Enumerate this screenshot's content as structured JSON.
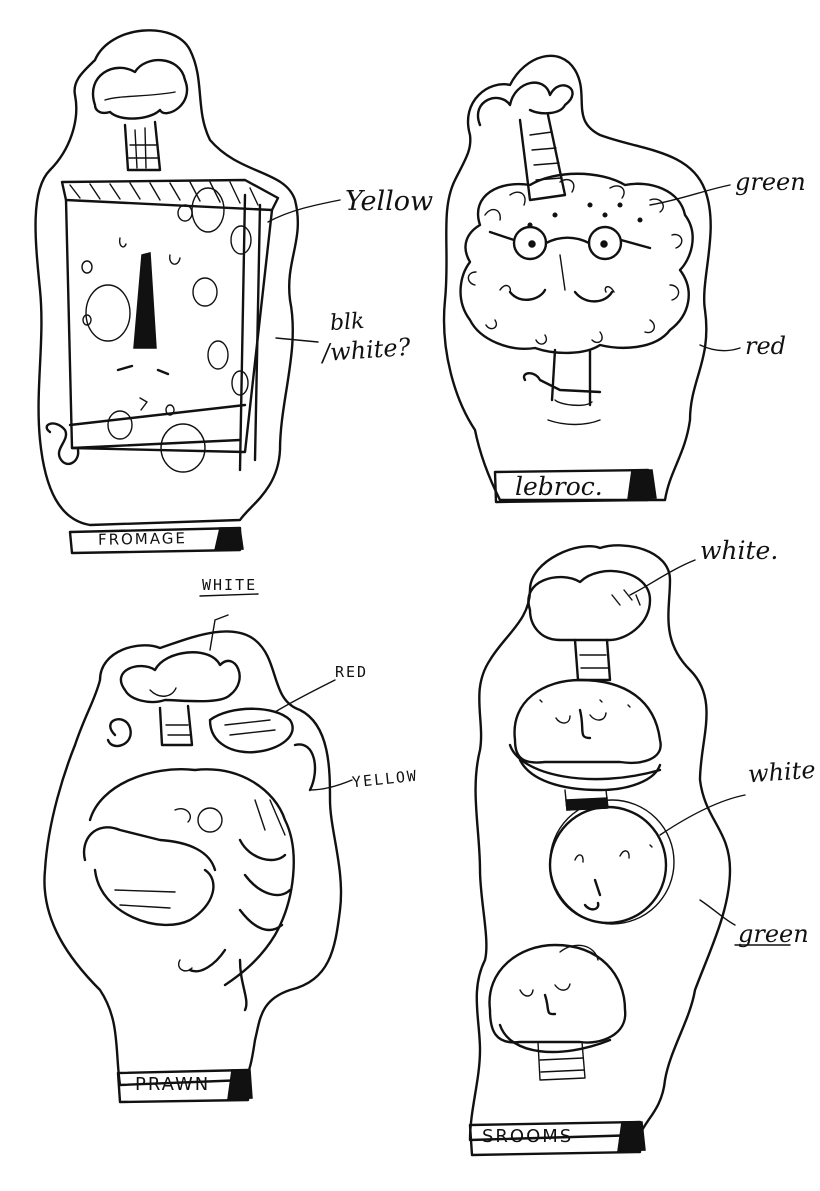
{
  "sketches": {
    "fromage": {
      "plaque": "FROMAGE",
      "note_top": "Yellow",
      "note_mid_1": "blk",
      "note_mid_2": "/white?"
    },
    "lebroc": {
      "plaque": "lebroc.",
      "note_top": "green",
      "note_mid": "red"
    },
    "prawn": {
      "plaque": "PRAWN",
      "note_top": "WHITE",
      "note_mid": "RED",
      "note_side": "YELLOW"
    },
    "srooms": {
      "plaque": "SROOMS",
      "note_top": "white.",
      "note_mid": "white",
      "note_low": "green"
    }
  },
  "ink_color": "#111111",
  "paper_color": "#ffffff"
}
